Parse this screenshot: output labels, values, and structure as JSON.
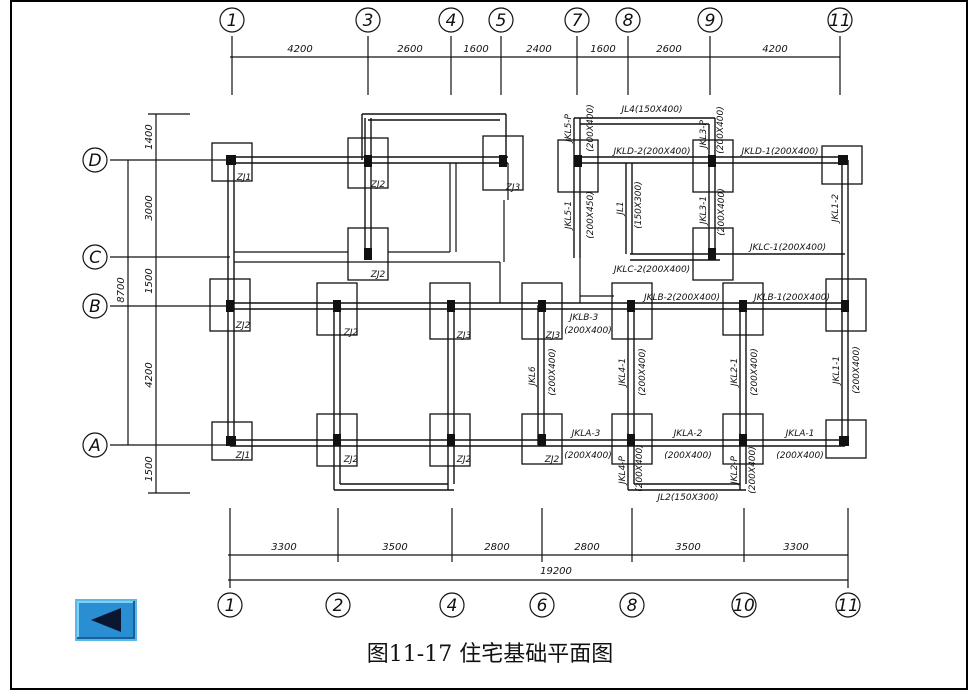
{
  "caption": "图11-17 住宅基础平面图",
  "colors": {
    "back_button": "#2a8fd2",
    "ink": "#111111"
  },
  "icons": {
    "back": "left-triangle-icon"
  },
  "top_axes": [
    "1",
    "3",
    "4",
    "5",
    "7",
    "8",
    "9",
    "11"
  ],
  "bottom_axes": [
    "1",
    "2",
    "4",
    "6",
    "8",
    "10",
    "11"
  ],
  "row_axes": [
    "D",
    "C",
    "B",
    "A"
  ],
  "top_dims": [
    "4200",
    "2600",
    "1600",
    "2400",
    "1600",
    "2600",
    "4200"
  ],
  "bottom_dims": [
    "3300",
    "3500",
    "2800",
    "2800",
    "3500",
    "3300"
  ],
  "bottom_total": "19200",
  "left_dims": [
    "1400",
    "3000",
    "1500",
    "4200",
    "1500"
  ],
  "left_total": "8700",
  "column_labels": [
    "ZJ1",
    "ZJ2",
    "ZJ3",
    "ZJ2",
    "ZJ2",
    "ZJ2",
    "ZJ3",
    "ZJ3",
    "ZJ1",
    "ZJ2",
    "ZJ2",
    "ZJ2"
  ],
  "beam_labels": {
    "jl4": "JL4(150X400)",
    "jkld2": "JKLD-2(200X400)",
    "jkld1": "JKLD-1(200X400)",
    "jklc1": "JKLC-1(200X400)",
    "jklc2": "JKLC-2(200X400)",
    "jklb2": "JKLB-2(200X400)",
    "jklb1": "JKLB-1(200X400)",
    "jklb3": "JKLB-3",
    "jklb3_size": "(200X400)",
    "jkla3": "JKLA-3",
    "jkla2": "JKLA-2",
    "jkla1": "JKLA-1",
    "a_size1": "(200X400)",
    "a_size2": "(200X400)",
    "a_size3": "(200X400)",
    "jl2": "JL2(150X300)",
    "jkl5p": "JKL5-P",
    "jkl5p_size": "(200X400)",
    "jkl3p": "JKL3-P",
    "jkl3p_size": "(200X400)",
    "jkl51": "JKL5-1",
    "jkl51_size": "(200X450)",
    "jl1": "JL1",
    "jl1_size": "(150X300)",
    "jkl31": "JKL3-1",
    "jkl31_size": "(200X400)",
    "jkl12": "JKL1-2",
    "jkl6": "JKL6",
    "jkl6_size": "(200X400)",
    "jkl41": "JKL4-1",
    "jkl41_size": "(200X400)",
    "jkl21": "JKL2-1",
    "jkl21_size": "(200X400)",
    "jkl11": "JKL1-1",
    "jkl11_size": "(200X400)",
    "jkl4p": "JKL4-P",
    "jkl4p_size": "(200X400)",
    "jkl2p": "JKL2-P",
    "jkl2p_size": "(200X400)"
  }
}
